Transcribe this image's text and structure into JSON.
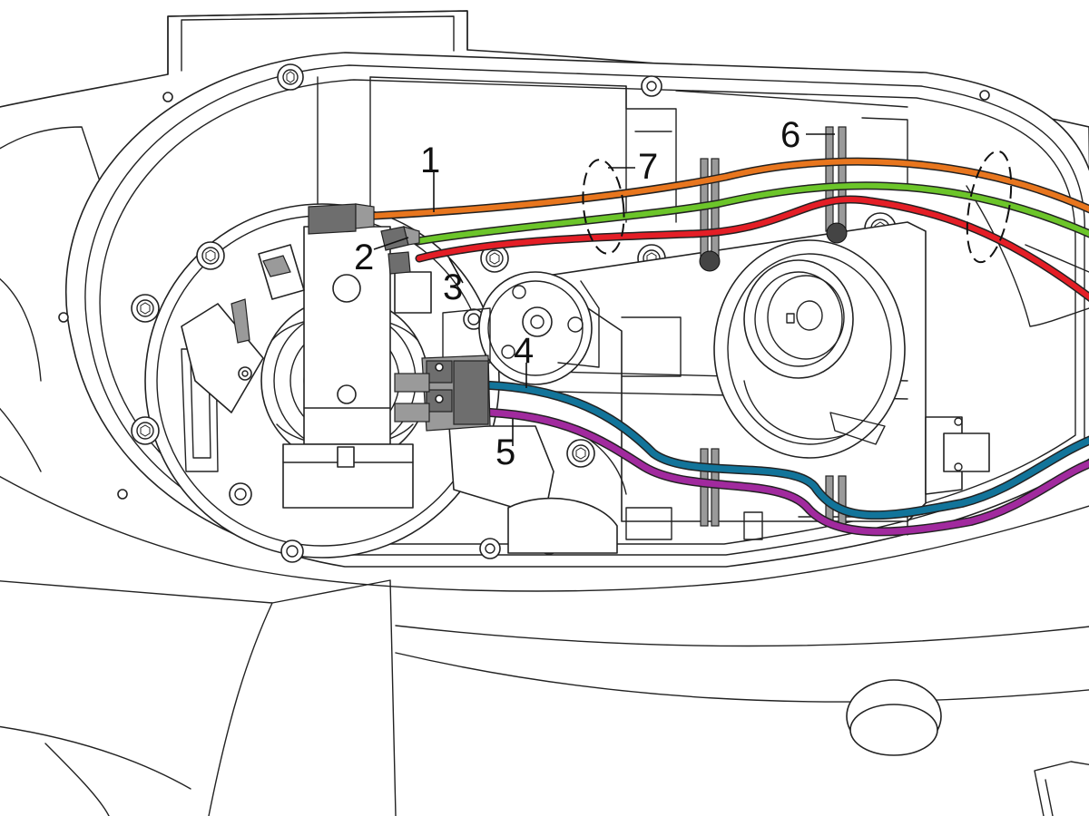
{
  "callouts": [
    {
      "id": "1",
      "label": "1"
    },
    {
      "id": "2",
      "label": "2"
    },
    {
      "id": "3",
      "label": "3"
    },
    {
      "id": "4",
      "label": "4"
    },
    {
      "id": "5",
      "label": "5"
    },
    {
      "id": "6",
      "label": "6"
    },
    {
      "id": "7",
      "label": "7"
    }
  ],
  "cables": [
    {
      "id": "orange",
      "color": "#e8761e"
    },
    {
      "id": "green",
      "color": "#6cc52a"
    },
    {
      "id": "red",
      "color": "#e41e26"
    },
    {
      "id": "blue",
      "color": "#12749a"
    },
    {
      "id": "purple",
      "color": "#a12a9e"
    }
  ],
  "colors": {
    "outline": "#222222",
    "connector": "#9a9a9a",
    "background": "#ffffff"
  }
}
